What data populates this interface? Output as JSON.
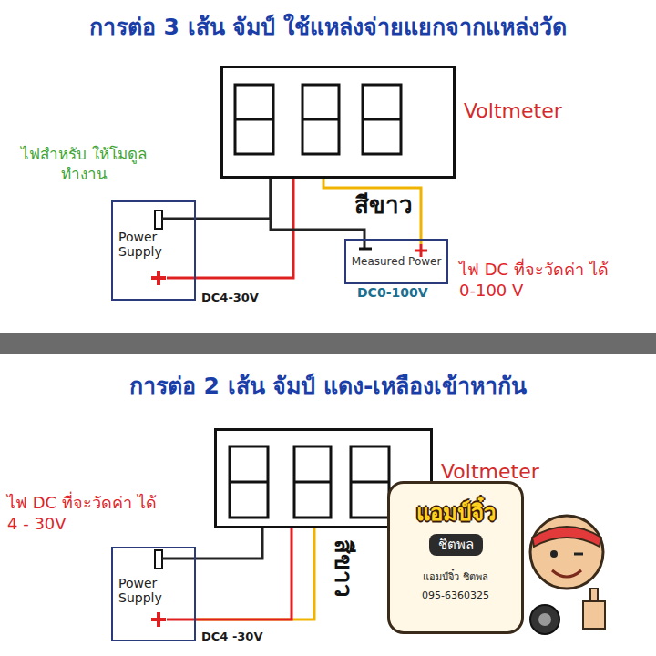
{
  "diagram": {
    "title": "การต่อ 3 เส้น จัมป์ ใช้แหล่งจ่ายแยกจากแหล่งวัด",
    "nodes": [
      {
        "text": [
          "Voltmeter"
        ]
      },
      {
        "text": [
          "Power Supply",
          "DC4-30V"
        ]
      },
      {
        "text": [
          "Measured Power",
          "DC0-100V"
        ]
      },
      {
        "text": [
          "Voltmeter"
        ]
      },
      {
        "text": [
          "Power Supply",
          "DC4 -30V"
        ]
      },
      {
        "text": [
          "แอมป์จิ๋ว",
          "ชิตพล",
          "แอมป์จิ๋ว ชิตพล",
          "095-6360325"
        ]
      }
    ],
    "edges": [
      {
        "from": 0,
        "to": 1,
        "arrow": "none"
      },
      {
        "from": 0,
        "to": 1,
        "arrow": "none"
      },
      {
        "from": 0,
        "to": 2,
        "label": "สีขาว",
        "arrow": "none"
      },
      {
        "from": 0,
        "to": 2,
        "arrow": "none"
      },
      {
        "from": 3,
        "to": 4,
        "arrow": "none"
      },
      {
        "from": 3,
        "to": 4,
        "arrow": "none"
      },
      {
        "from": 3,
        "to": 4,
        "arrow": "none"
      }
    ],
    "labels": [
      "ไฟสำหรับ ให้โมดูลทำงาน",
      "ไฟ DC ที่จะวัดค่า ได้ 0-100 V",
      "การต่อ 2 เส้น จัมป์ แดง-เหลืองเข้าหากัน",
      "ไฟ DC ที่จะวัดค่า ได้ 4 - 30V",
      "สีขาว"
    ]
  }
}
